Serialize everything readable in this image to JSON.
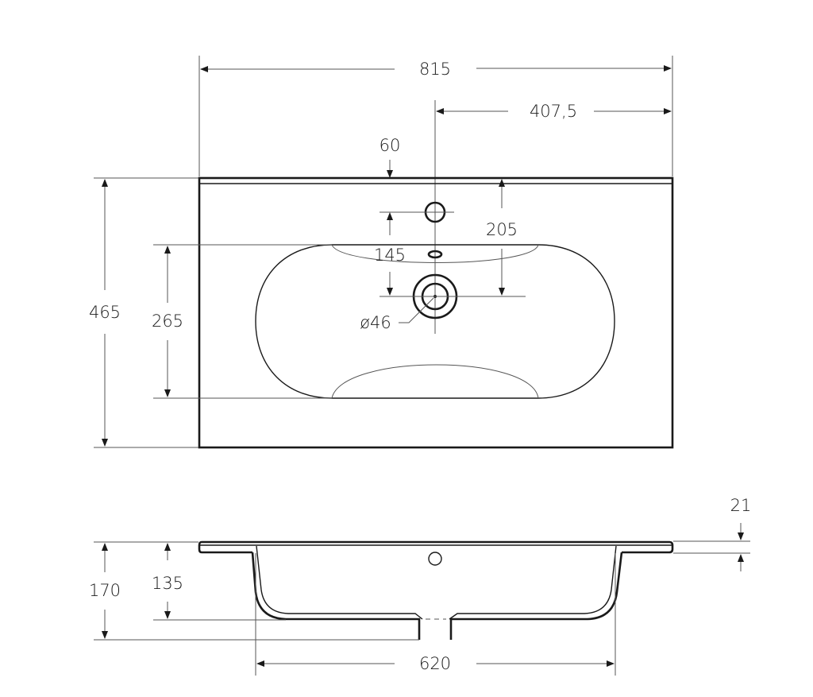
{
  "drawing": {
    "title": "Washbasin technical drawing",
    "units": "mm",
    "line_color": "#1a1a1a",
    "dimension_line_color": "#555555",
    "background": "#ffffff"
  },
  "top_view": {
    "dimensions": {
      "overall_width": "815",
      "half_width": "407,5",
      "tap_hole_offset": "60",
      "overflow_to_drain": "145",
      "back_edge_to_drain": "205",
      "drain_diameter": "ø46",
      "overall_depth": "465",
      "bowl_depth": "265"
    }
  },
  "side_view": {
    "dimensions": {
      "overall_height": "170",
      "bowl_height": "135",
      "rim_thickness": "21",
      "bowl_width": "620"
    }
  }
}
